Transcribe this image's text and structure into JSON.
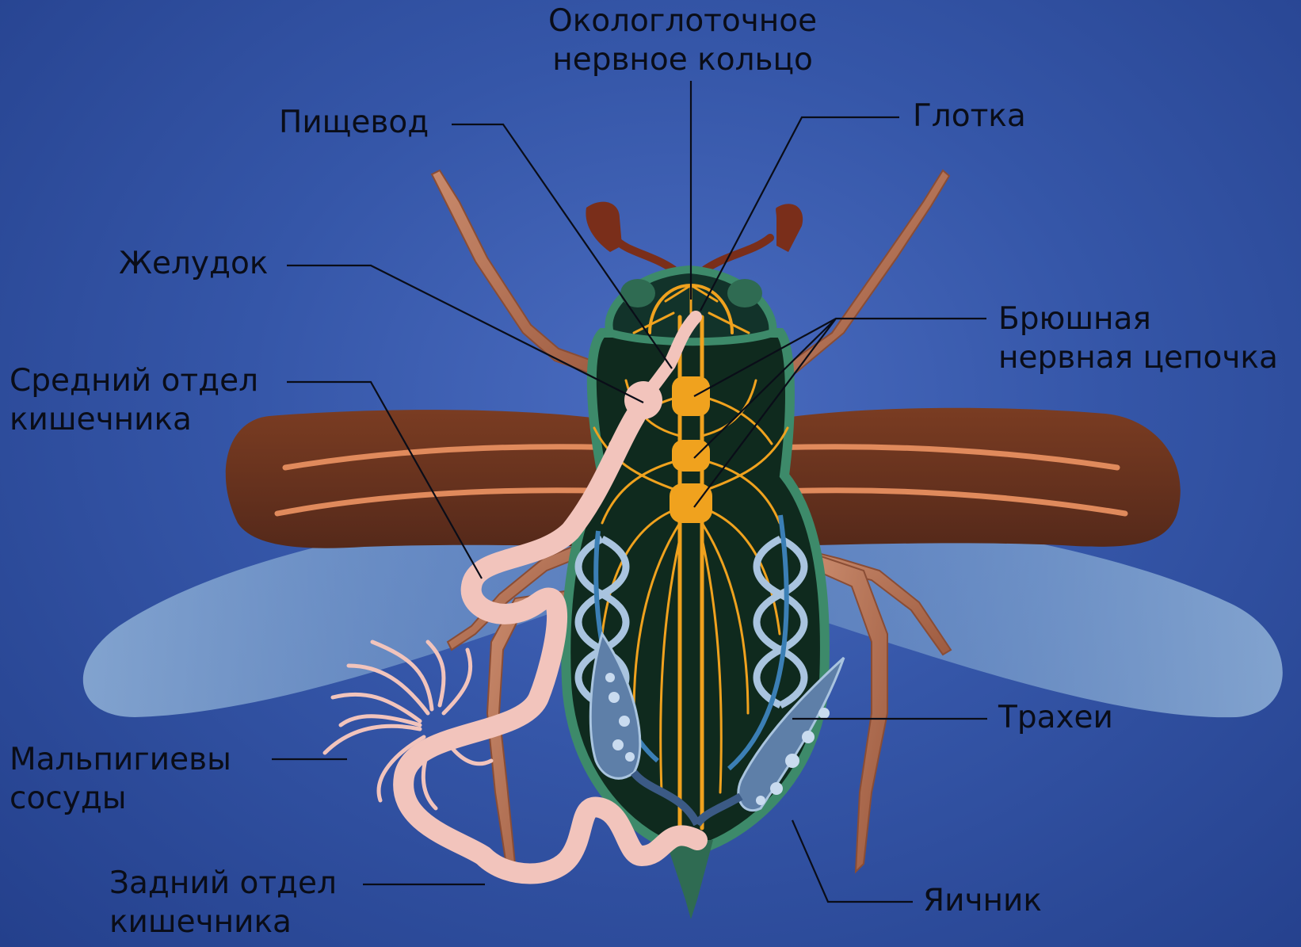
{
  "title": "",
  "labels": {
    "circumpharyngeal_ring": [
      "Окологлоточное",
      "нервное кольцо"
    ],
    "esophagus": "Пищевод",
    "pharynx": "Глотка",
    "stomach": "Желудок",
    "ventral_nerve_cord": [
      "Брюшная",
      "нервная цепочка"
    ],
    "midgut": [
      "Средний отдел",
      "кишечника"
    ],
    "tracheae": "Трахеи",
    "malpighian_tubules": [
      "Мальпигиевы",
      "сосуды"
    ],
    "hindgut": [
      "Задний отдел",
      "кишечника"
    ],
    "ovary": "Яичник"
  },
  "colors": {
    "background": "#3556a8",
    "elytra": "#6a3420",
    "elytra_stripe": "#e08a5c",
    "hind_wing": "#8fb4d8",
    "body": "#0f2a1e",
    "body_rim": "#3d8a6a",
    "nerves": "#f0a21e",
    "gut": "#f2c4bc",
    "tracheae": "#a9c4df",
    "legs": "#b86f52",
    "antennae": "#7a2e1a"
  }
}
